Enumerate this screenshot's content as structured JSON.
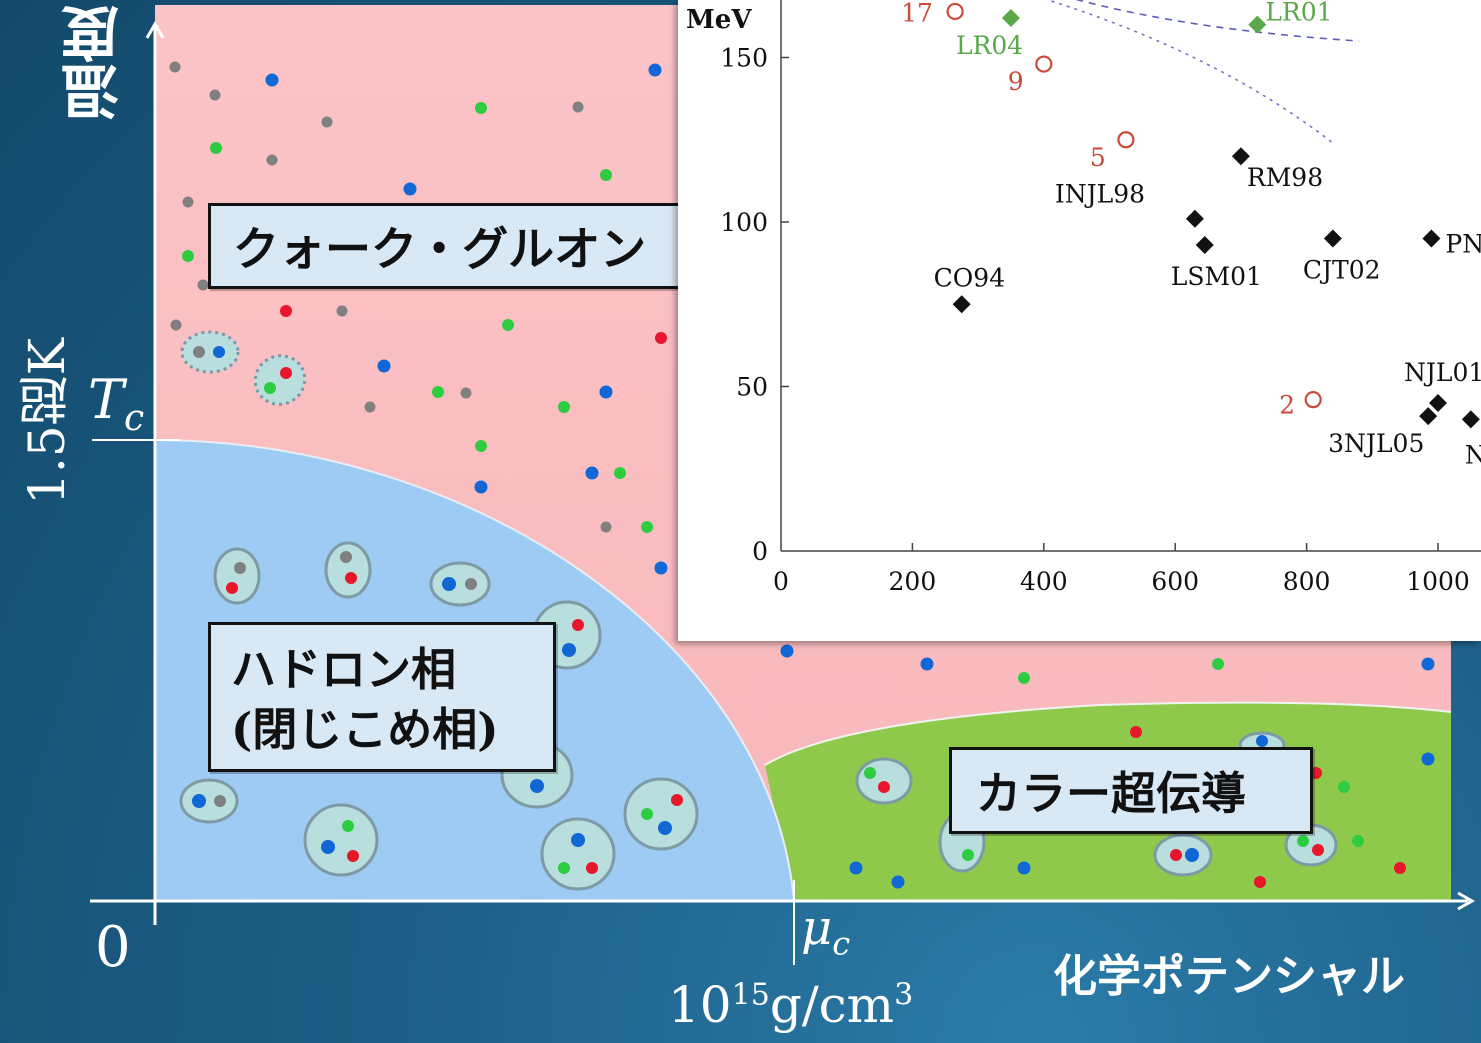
{
  "phase_diagram": {
    "y_axis_title": "温度",
    "y_axis_value": "1.5超K",
    "tc_symbol": "T",
    "tc_sub": "c",
    "origin_label": "0",
    "mu_symbol": "μ",
    "mu_sub": "c",
    "x_axis_title": "化学ポテンシャル",
    "density_base": "10",
    "density_exp": "15",
    "density_unit": "g/cm",
    "density_unit_exp": "3",
    "qgp_label": "クォーク・グルオン",
    "hadron_label_line1": "ハドロン相",
    "hadron_label_line2": "(閉じこめ相)",
    "csc_label": "カラー超伝導",
    "colors": {
      "qgp": "#fbc0c2",
      "hadron": "#9ecbf4",
      "csc": "#8cc84b",
      "background": "#1a587d",
      "quark_red": "#e8162a",
      "quark_green": "#2ecc40",
      "quark_blue": "#1167d6",
      "gluon_gray": "#808080"
    }
  },
  "chart_data": {
    "type": "scatter",
    "ylabel": "MeV",
    "xlim": [
      0,
      1060
    ],
    "ylim": [
      0,
      170
    ],
    "xticks": [
      "0",
      "200",
      "400",
      "600",
      "800",
      "1000"
    ],
    "yticks": [
      "0",
      "50",
      "100",
      "150"
    ],
    "series": [
      {
        "name": "",
        "marker": "diamond-black",
        "points": [
          {
            "label": "CO94",
            "x": 275,
            "y": 75
          },
          {
            "label": "INJL98",
            "x": 630,
            "y": 101
          },
          {
            "label": "LSM01",
            "x": 645,
            "y": 93
          },
          {
            "label": "RM98",
            "x": 700,
            "y": 120
          },
          {
            "label": "CJT02",
            "x": 840,
            "y": 95
          },
          {
            "label": "PN",
            "x": 990,
            "y": 95
          },
          {
            "label": "NJL01",
            "x": 1000,
            "y": 45
          },
          {
            "label": "3NJL05",
            "x": 985,
            "y": 41
          },
          {
            "label": "NJ",
            "x": 1050,
            "y": 40
          }
        ]
      },
      {
        "name": "",
        "marker": "diamond-green",
        "points": [
          {
            "label": "LR04",
            "x": 350,
            "y": 162
          },
          {
            "label": "LR01",
            "x": 725,
            "y": 160
          }
        ]
      },
      {
        "name": "",
        "marker": "circle-red",
        "points": [
          {
            "label": "17",
            "x": 265,
            "y": 164
          },
          {
            "label": "9",
            "x": 400,
            "y": 148
          },
          {
            "label": "5",
            "x": 525,
            "y": 125
          },
          {
            "label": "2",
            "x": 810,
            "y": 46
          }
        ]
      }
    ],
    "dashed_curves": 2
  }
}
